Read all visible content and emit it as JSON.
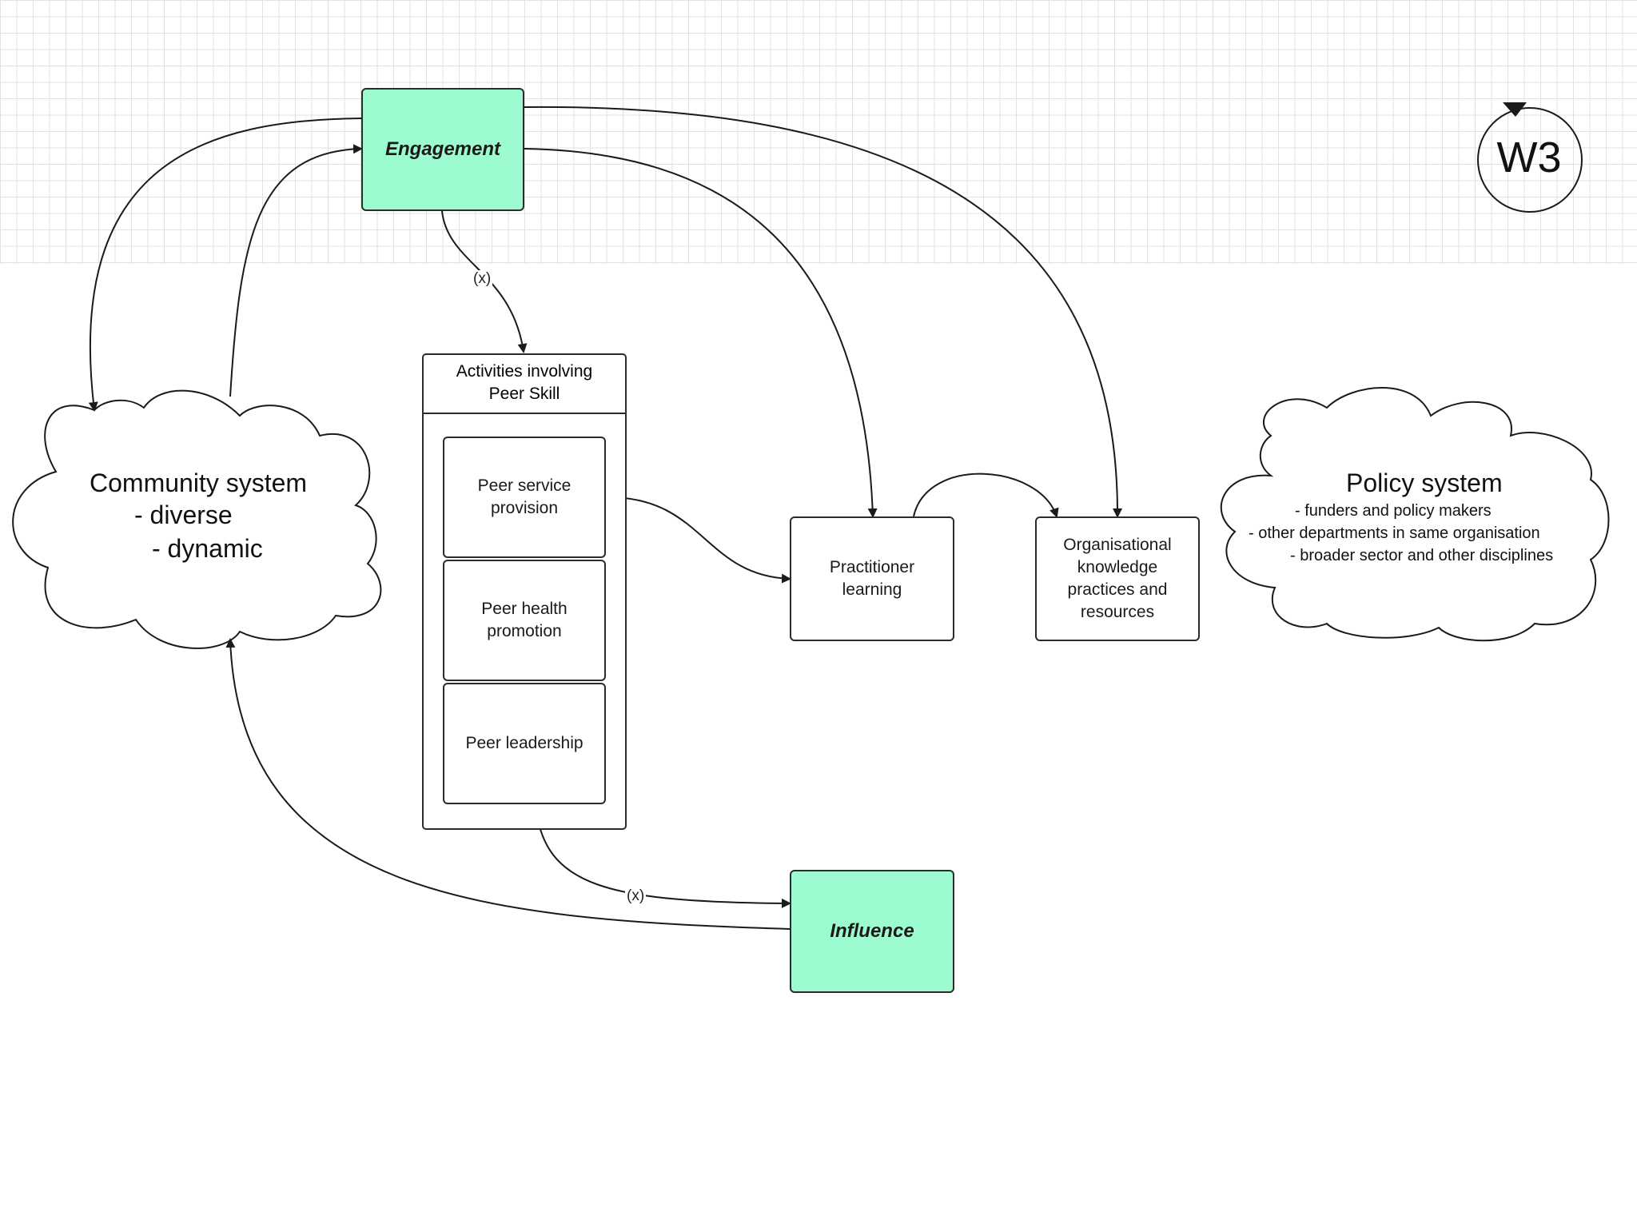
{
  "nodes": {
    "engagement": "Engagement",
    "influence": "Influence",
    "activities_header": "Activities involving\nPeer Skill",
    "peer_service": "Peer service\nprovision",
    "peer_health": "Peer health\npromotion",
    "peer_leadership": "Peer leadership",
    "practitioner": "Practitioner\nlearning",
    "organisational": "Organisational\nknowledge\npractices and\nresources"
  },
  "clouds": {
    "community_title": "Community system",
    "community_line1": "- diverse",
    "community_line2": "- dynamic",
    "policy_title": "Policy system",
    "policy_line1": "- funders and policy makers",
    "policy_line2": "- other departments in same organisation",
    "policy_line3": "- broader sector and other disciplines"
  },
  "edge_labels": {
    "top": "(x)",
    "bottom": "(x)"
  },
  "badge": "W3",
  "colors": {
    "accent_green": "#9cfccf",
    "line": "#1a1a1a",
    "grid": "#e1e1e1"
  }
}
